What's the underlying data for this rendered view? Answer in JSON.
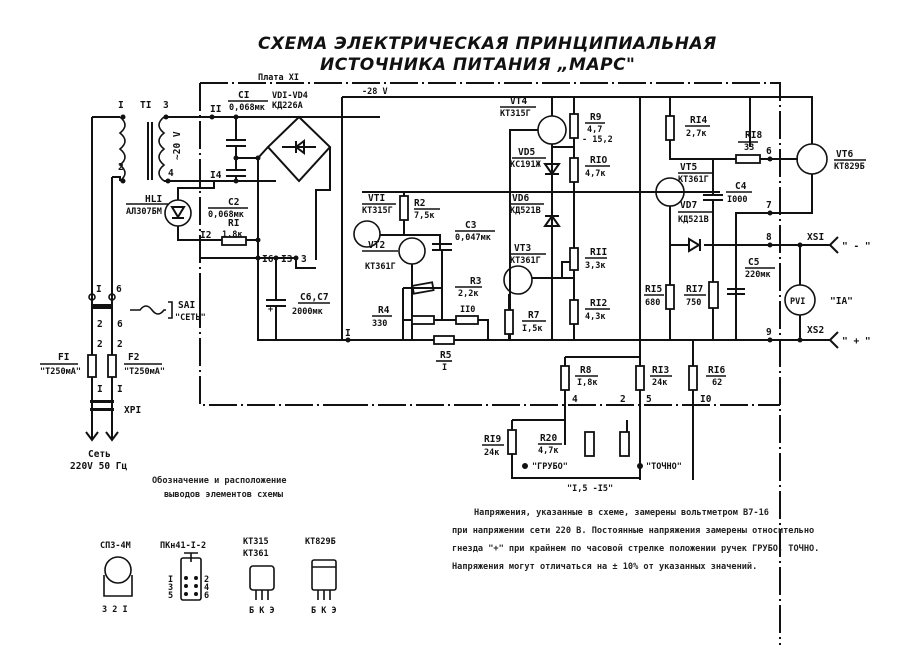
{
  "title": {
    "line1": "СХЕМА ЭЛЕКТРИЧЕСКАЯ ПРИНЦИПИАЛЬНАЯ",
    "line2": "ИСТОЧНИКА ПИТАНИЯ „МАРС\""
  },
  "board": {
    "label": "Плата XI",
    "supply": "-28 V"
  },
  "components": {
    "T1": {
      "ref": "TI",
      "secondary": "~20 V"
    },
    "C1": {
      "ref": "CI",
      "value": "0,068мк"
    },
    "VD1": {
      "ref": "VDI-VD4",
      "value": "КД226А"
    },
    "C2": {
      "ref": "C2",
      "value": "0,068мк"
    },
    "R1": {
      "ref": "RI",
      "value": "1,8к"
    },
    "HL1": {
      "ref": "HLI",
      "value": "АЛ307БМ"
    },
    "C6C7": {
      "ref": "C6,C7",
      "value": "2000мк"
    },
    "VT1": {
      "ref": "VTI",
      "value": "КТ315Г"
    },
    "VT2": {
      "ref": "VT2",
      "value": "КТ361Г"
    },
    "R2": {
      "ref": "R2",
      "value": "7,5к"
    },
    "C3": {
      "ref": "C3",
      "value": "0,047мк"
    },
    "R3": {
      "ref": "R3",
      "value": "2,2к"
    },
    "R4": {
      "ref": "R4",
      "value": "330"
    },
    "R5": {
      "ref": "R5",
      "value": "I"
    },
    "R5b": {
      "ref": "",
      "value": "II0"
    },
    "VT4": {
      "ref": "VT4",
      "value": "КТ315Г"
    },
    "R9": {
      "ref": "R9",
      "value": "4,7"
    },
    "V15": {
      "value": "- 15,2"
    },
    "VD5": {
      "ref": "VD5",
      "value": "КС191Ж"
    },
    "R10": {
      "ref": "RIO",
      "value": "4,7к"
    },
    "VD6": {
      "ref": "VD6",
      "value": "КД521В"
    },
    "VT3": {
      "ref": "VT3",
      "value": "КТ361Г"
    },
    "R11": {
      "ref": "RII",
      "value": "3,3к"
    },
    "R7": {
      "ref": "R7",
      "value": "I,5к"
    },
    "R12": {
      "ref": "RI2",
      "value": "4,3к"
    },
    "R14": {
      "ref": "RI4",
      "value": "2,7к"
    },
    "R18": {
      "ref": "RI8",
      "value": "33"
    },
    "VT5": {
      "ref": "VT5",
      "value": "КТ361Г"
    },
    "C4": {
      "ref": "C4",
      "value": "I000"
    },
    "VD7": {
      "ref": "VD7",
      "value": "КД521В"
    },
    "VT6": {
      "ref": "VT6",
      "value": "КТ829Б"
    },
    "R15": {
      "ref": "RI5",
      "value": "680"
    },
    "R17": {
      "ref": "RI7",
      "value": "750"
    },
    "C5": {
      "ref": "C5",
      "value": "220мк"
    },
    "PV1": {
      "ref": "PVI",
      "range": "\"IA\""
    },
    "XS1": {
      "ref": "XSI",
      "polarity": "\" - \""
    },
    "XS2": {
      "ref": "XS2",
      "polarity": "\" + \""
    },
    "R8": {
      "ref": "R8",
      "value": "I,8к"
    },
    "R13": {
      "ref": "RI3",
      "value": "24к"
    },
    "R16": {
      "ref": "RI6",
      "value": "62"
    },
    "R19": {
      "ref": "RI9",
      "value": "24к"
    },
    "R20": {
      "ref": "R20",
      "value": "4,7к"
    },
    "SA1": {
      "ref": "SAI",
      "label": "\"СЕТЬ\""
    },
    "F1": {
      "ref": "FI",
      "value": "\"T250мА\""
    },
    "F2": {
      "ref": "F2",
      "value": "\"T250мА\""
    },
    "XP1": {
      "ref": "XPI"
    },
    "mains": {
      "line1": "Сеть",
      "line2": "220V   50 Гц"
    }
  },
  "controls": {
    "coarse": "\"ГРУБО\"",
    "fine": "\"ТОЧНО\"",
    "range": "\"I,5 -I5\""
  },
  "pins": {
    "p1": "I",
    "p2": "2",
    "p3": "3",
    "p4": "4",
    "p5": "5",
    "p6": "6",
    "p7": "7",
    "p8": "8",
    "p9": "9",
    "p10": "I0",
    "p11": "II",
    "p12": "I2",
    "p13": "I3",
    "p14": "I4",
    "p16": "I6"
  },
  "legend": {
    "title_line1": "Обозначение и расположение",
    "title_line2": "выводов элементов схемы",
    "items": [
      {
        "name": "СП3-4М",
        "pins": "3  2  I"
      },
      {
        "name": "ПКн41-I-2",
        "pins_left": [
          "I",
          "3",
          "5"
        ],
        "pins_right": [
          "2",
          "4",
          "6"
        ]
      },
      {
        "name": "КТ315",
        "name2": "КТ361",
        "pins": "Б К Э"
      },
      {
        "name": "КТ829Б",
        "pins": "Б К Э"
      }
    ]
  },
  "note": {
    "lines": [
      "Напряжения, указанные в схеме, замерены вольтметром В7-16",
      "при напряжении сети 220 В. Постоянные напряжения замерены относительно",
      "гнезда \"+\" при крайнем по часовой стрелке положении ручек ГРУБО, ТОЧНО.",
      "Напряжения могут отличаться на ± 10% от указанных значений."
    ]
  }
}
